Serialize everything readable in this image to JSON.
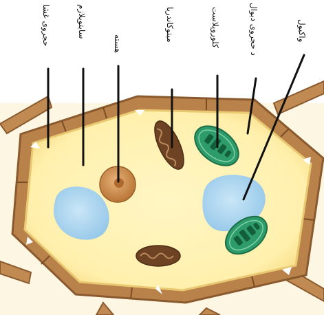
{
  "labels": {
    "cell_membrane": "حجروی غشا",
    "cytoplasm": "سایتوپلازم",
    "nucleus": "هسته",
    "mitochondria": "میتوکاندریا",
    "chloroplast": "کلوروپلاست",
    "cell_wall": "د حجروی دیوال",
    "vacuole": "واکیول"
  },
  "colors": {
    "cell_wall": "#b9824a",
    "cell_wall_edge": "#8a5a2e",
    "cytoplasm": "#fff2b6",
    "glow": "#f4d27a",
    "vacuole": "#a8d4ef",
    "nucleus": "#c68642",
    "nucleolus": "#b0692c",
    "mitochondria": "#6e4324",
    "chloroplast": "#2e9b6a",
    "chloroplast_inner": "#135f3c",
    "label_line": "#111111"
  }
}
